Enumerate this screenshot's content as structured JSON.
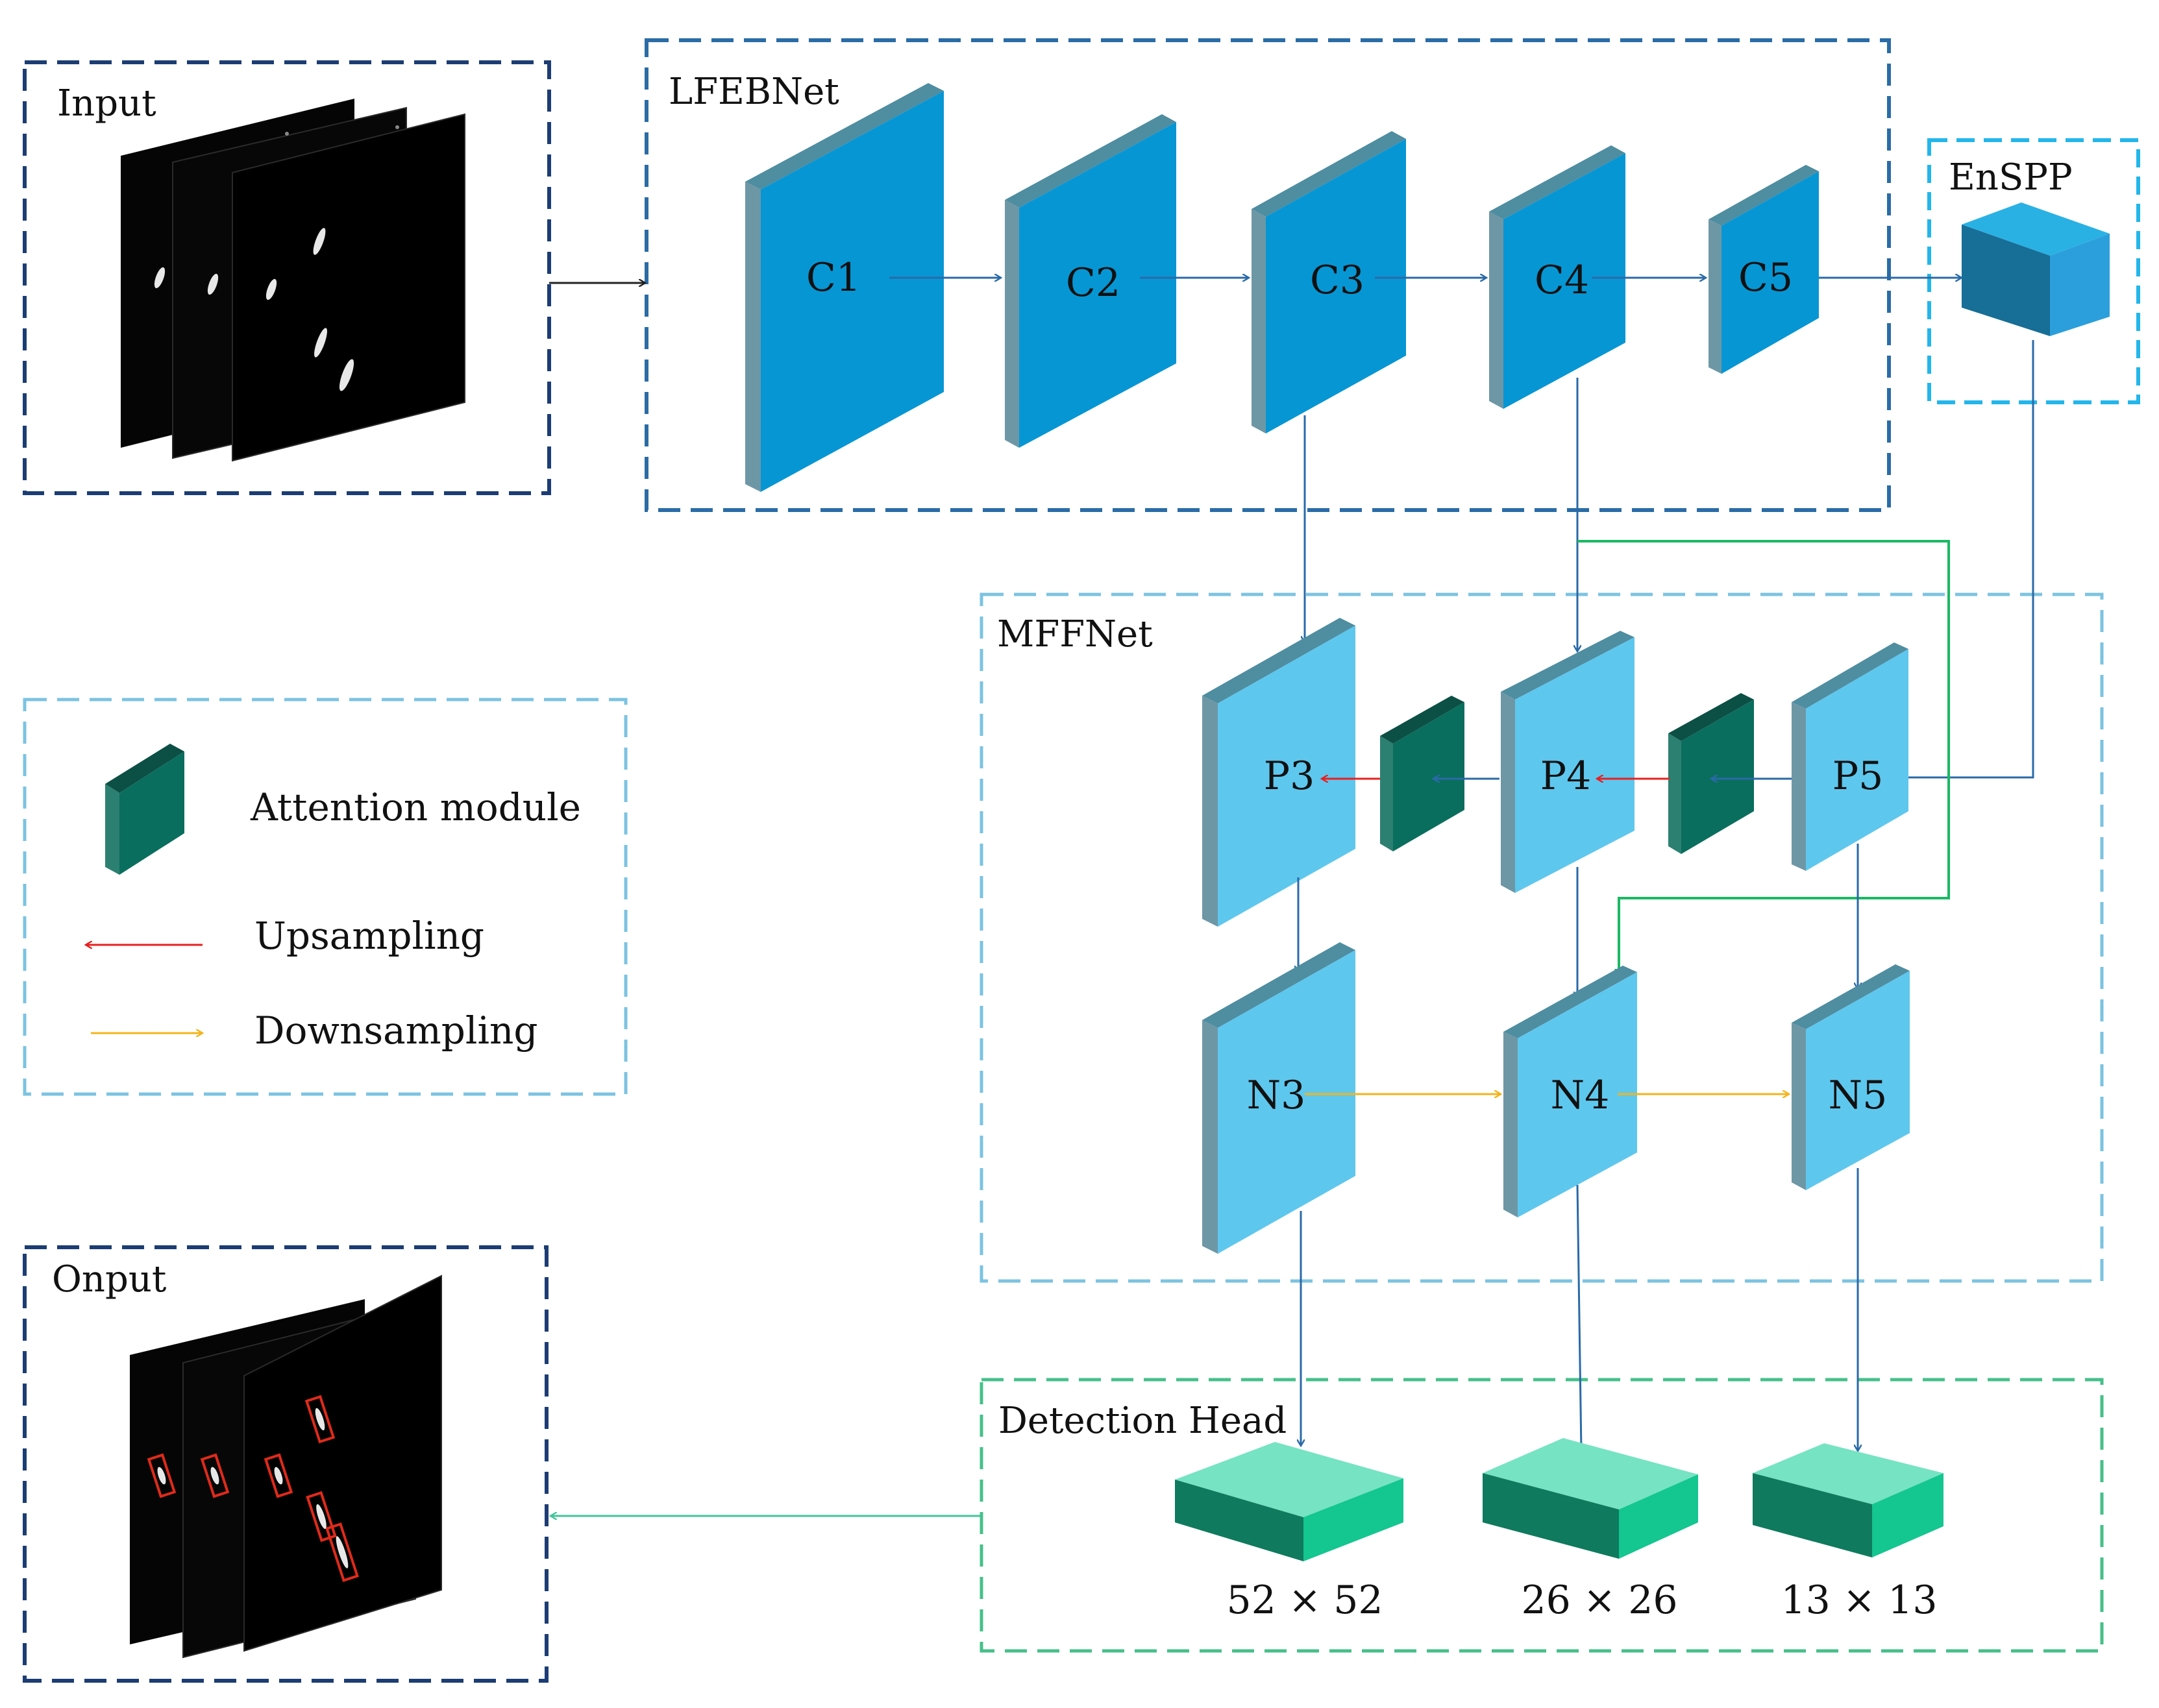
{
  "sections": {
    "input": "Input",
    "backbone": "LFEBNet",
    "spp": "EnSPP",
    "neck": "MFFNet",
    "head": "Detection Head",
    "output": "Onput"
  },
  "backbone_blocks": [
    "C1",
    "C2",
    "C3",
    "C4",
    "C5"
  ],
  "neck_top_blocks": [
    "P3",
    "P4",
    "P5"
  ],
  "neck_bottom_blocks": [
    "N3",
    "N4",
    "N5"
  ],
  "head_outputs": [
    "52 × 52",
    "26 × 26",
    "13 × 13"
  ],
  "legend": {
    "attention": "Attention module",
    "upsampling": "Upsampling",
    "downsampling": "Downsampling"
  },
  "colors": {
    "dark_blue_border": "#1c3d73",
    "mid_blue_border": "#2a6ca6",
    "cyan_border": "#23b6ea",
    "light_blue_border": "#7cc3e2",
    "teal_border": "#46c08a",
    "backbone_block": "#0696d4",
    "neck_block": "#5ec7ee",
    "attention_block": "#0a6e5e",
    "head_block": "#1ac58c",
    "upsampling_arrow": "#e82020",
    "downsampling_arrow": "#f4b41a",
    "skip_arrow": "#1ab964",
    "flow_arrow": "#2a6aa8"
  }
}
